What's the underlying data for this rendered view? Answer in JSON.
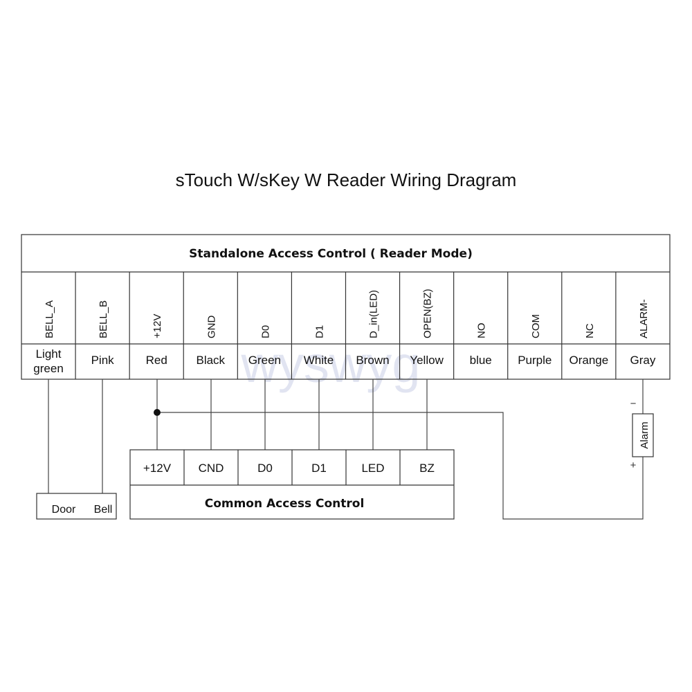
{
  "title": "sTouch W/sKey W Reader Wiring Dragram",
  "watermark": "wyswyg",
  "standalone": {
    "header": "Standalone Access Control ( Reader Mode)",
    "terminals": [
      {
        "label": "BELL_A",
        "color": "Light green",
        "color_lines": [
          "Light",
          "green"
        ]
      },
      {
        "label": "BELL_B",
        "color": "Pink"
      },
      {
        "label": "+12V",
        "color": "Red"
      },
      {
        "label": "GND",
        "color": "Black"
      },
      {
        "label": "D0",
        "color": "Green"
      },
      {
        "label": "D1",
        "color": "White"
      },
      {
        "label": "D_in(LED)",
        "color": "Brown"
      },
      {
        "label": "OPEN(BZ)",
        "color": "Yellow"
      },
      {
        "label": "NO",
        "color": "blue"
      },
      {
        "label": "COM",
        "color": "Purple"
      },
      {
        "label": "NC",
        "color": "Orange"
      },
      {
        "label": "ALARM-",
        "color": "Gray"
      }
    ]
  },
  "common": {
    "label": "Common Access Control",
    "terminals": [
      "+12V",
      "CND",
      "D0",
      "D1",
      "LED",
      "BZ"
    ]
  },
  "door_bell": {
    "door": "Door",
    "bell": "Bell"
  },
  "alarm": {
    "label": "Alarm",
    "minus": "−",
    "plus": "+"
  }
}
